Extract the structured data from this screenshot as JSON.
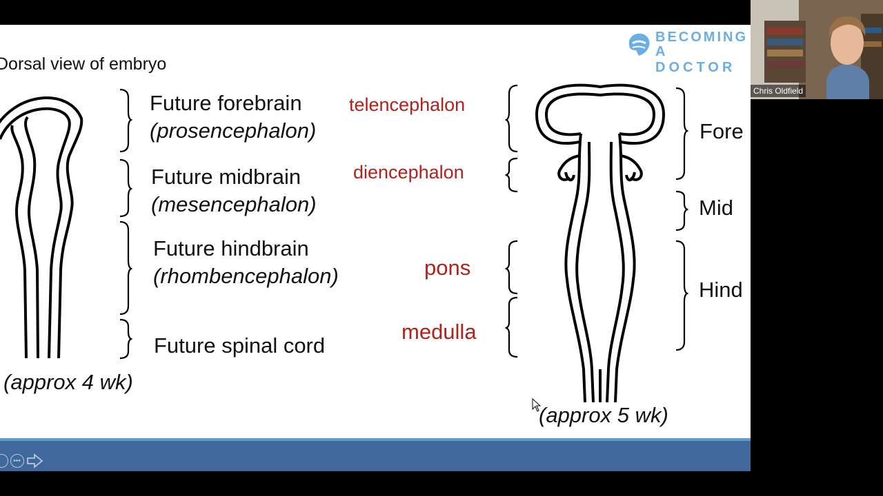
{
  "slide": {
    "title": "Dorsal view of embryo",
    "logo": {
      "line1": "BECOMING",
      "line2": "A DOCTOR",
      "icon": "brain-logo-icon"
    },
    "left_labels": [
      {
        "name": "Future forebrain",
        "latin": "(prosencephalon)"
      },
      {
        "name": "Future midbrain",
        "latin": "(mesencephalon)"
      },
      {
        "name": "Future hindbrain",
        "latin": "(rhombencephalon)"
      },
      {
        "name": "Future spinal cord"
      }
    ],
    "subdivisions": [
      "telencephalon",
      "diencephalon",
      "pons",
      "medulla"
    ],
    "right_labels": [
      "Fore",
      "Mid",
      "Hind"
    ],
    "captions": {
      "four_week": "(approx 4 wk)",
      "five_week": "(approx 5 wk)"
    }
  },
  "webcam": {
    "participant_name": "Chris Oldfield"
  },
  "controls": {
    "icons": [
      "menu-icon",
      "more-icon",
      "next-arrow-icon"
    ]
  },
  "colors": {
    "accent_red": "#b0221b",
    "footer_blue": "#41689c",
    "footer_line": "#5a9fd0",
    "logo_blue": "#6aaee6"
  }
}
